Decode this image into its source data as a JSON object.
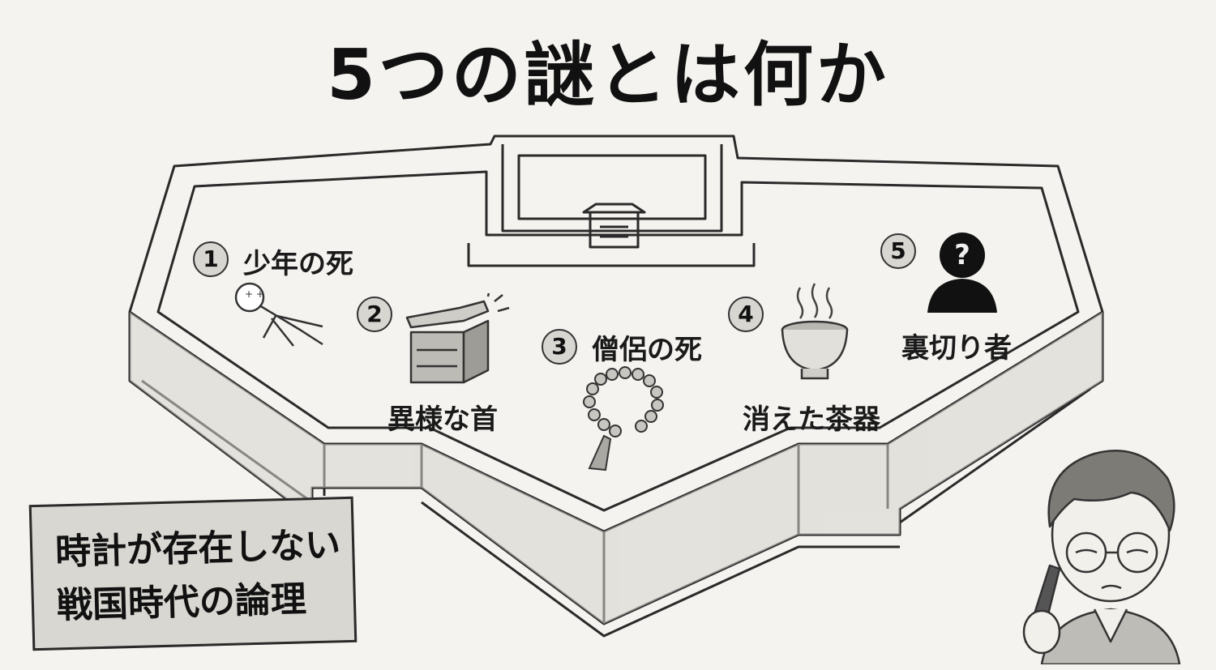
{
  "title": "5つの謎とは何か",
  "mysteries": [
    {
      "number": "1",
      "label": "少年の死",
      "icon": "lying-body-icon"
    },
    {
      "number": "2",
      "label": "異様な首",
      "icon": "wooden-box-icon"
    },
    {
      "number": "3",
      "label": "僧侶の死",
      "icon": "prayer-beads-icon"
    },
    {
      "number": "4",
      "label": "消えた茶器",
      "icon": "tea-bowl-icon"
    },
    {
      "number": "5",
      "label": "裏切り者",
      "icon": "silhouette-question-icon"
    }
  ],
  "note": {
    "line1": "時計が存在しない",
    "line2": "戦国時代の論理"
  },
  "unknown_mark": "?",
  "colors": {
    "background": "#f4f3ef",
    "ink": "#1a1a1a",
    "badge": "#d8d6d0"
  }
}
